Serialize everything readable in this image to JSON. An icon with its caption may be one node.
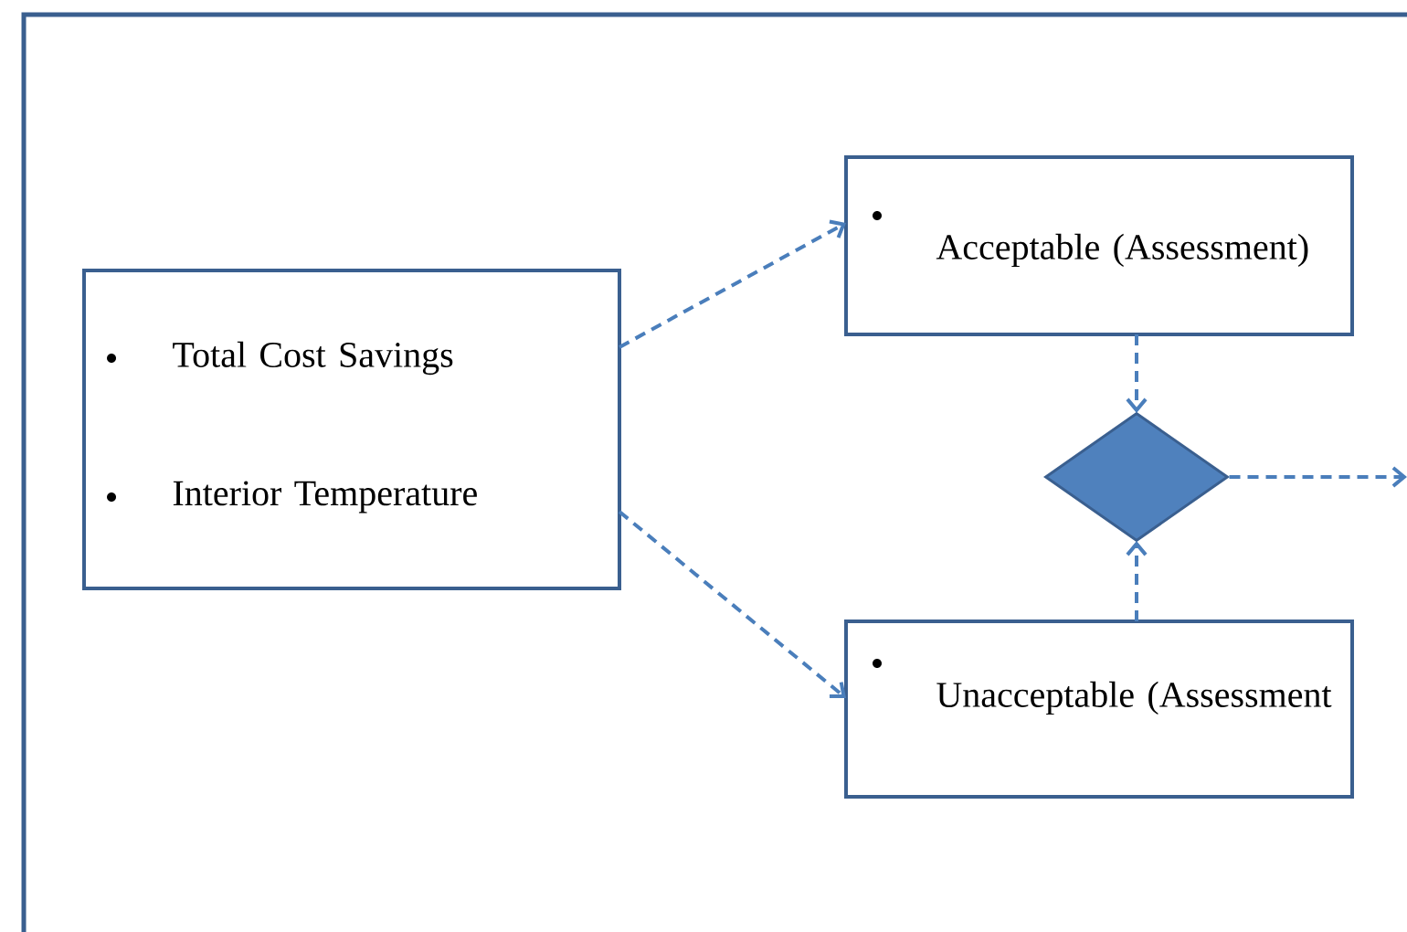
{
  "diagram": {
    "nodes": [
      {
        "text": [
          "Total Cost Savings",
          "Interior Temperature"
        ]
      },
      {
        "text": [
          "Acceptable (Assessment)"
        ]
      },
      {
        "text": [],
        "shape": "diamond"
      },
      {
        "text": [
          "Unacceptable (Assessment"
        ]
      }
    ],
    "edges": [
      {
        "from": 0,
        "to": 1,
        "arrow": "to",
        "style": "dashed"
      },
      {
        "from": 0,
        "to": 3,
        "arrow": "to",
        "style": "dashed"
      },
      {
        "from": 1,
        "to": 2,
        "arrow": "to",
        "style": "dashed"
      },
      {
        "from": 3,
        "to": 2,
        "arrow": "to",
        "style": "dashed"
      },
      {
        "from": 2,
        "to": null,
        "arrow": "to",
        "style": "dashed"
      }
    ]
  }
}
